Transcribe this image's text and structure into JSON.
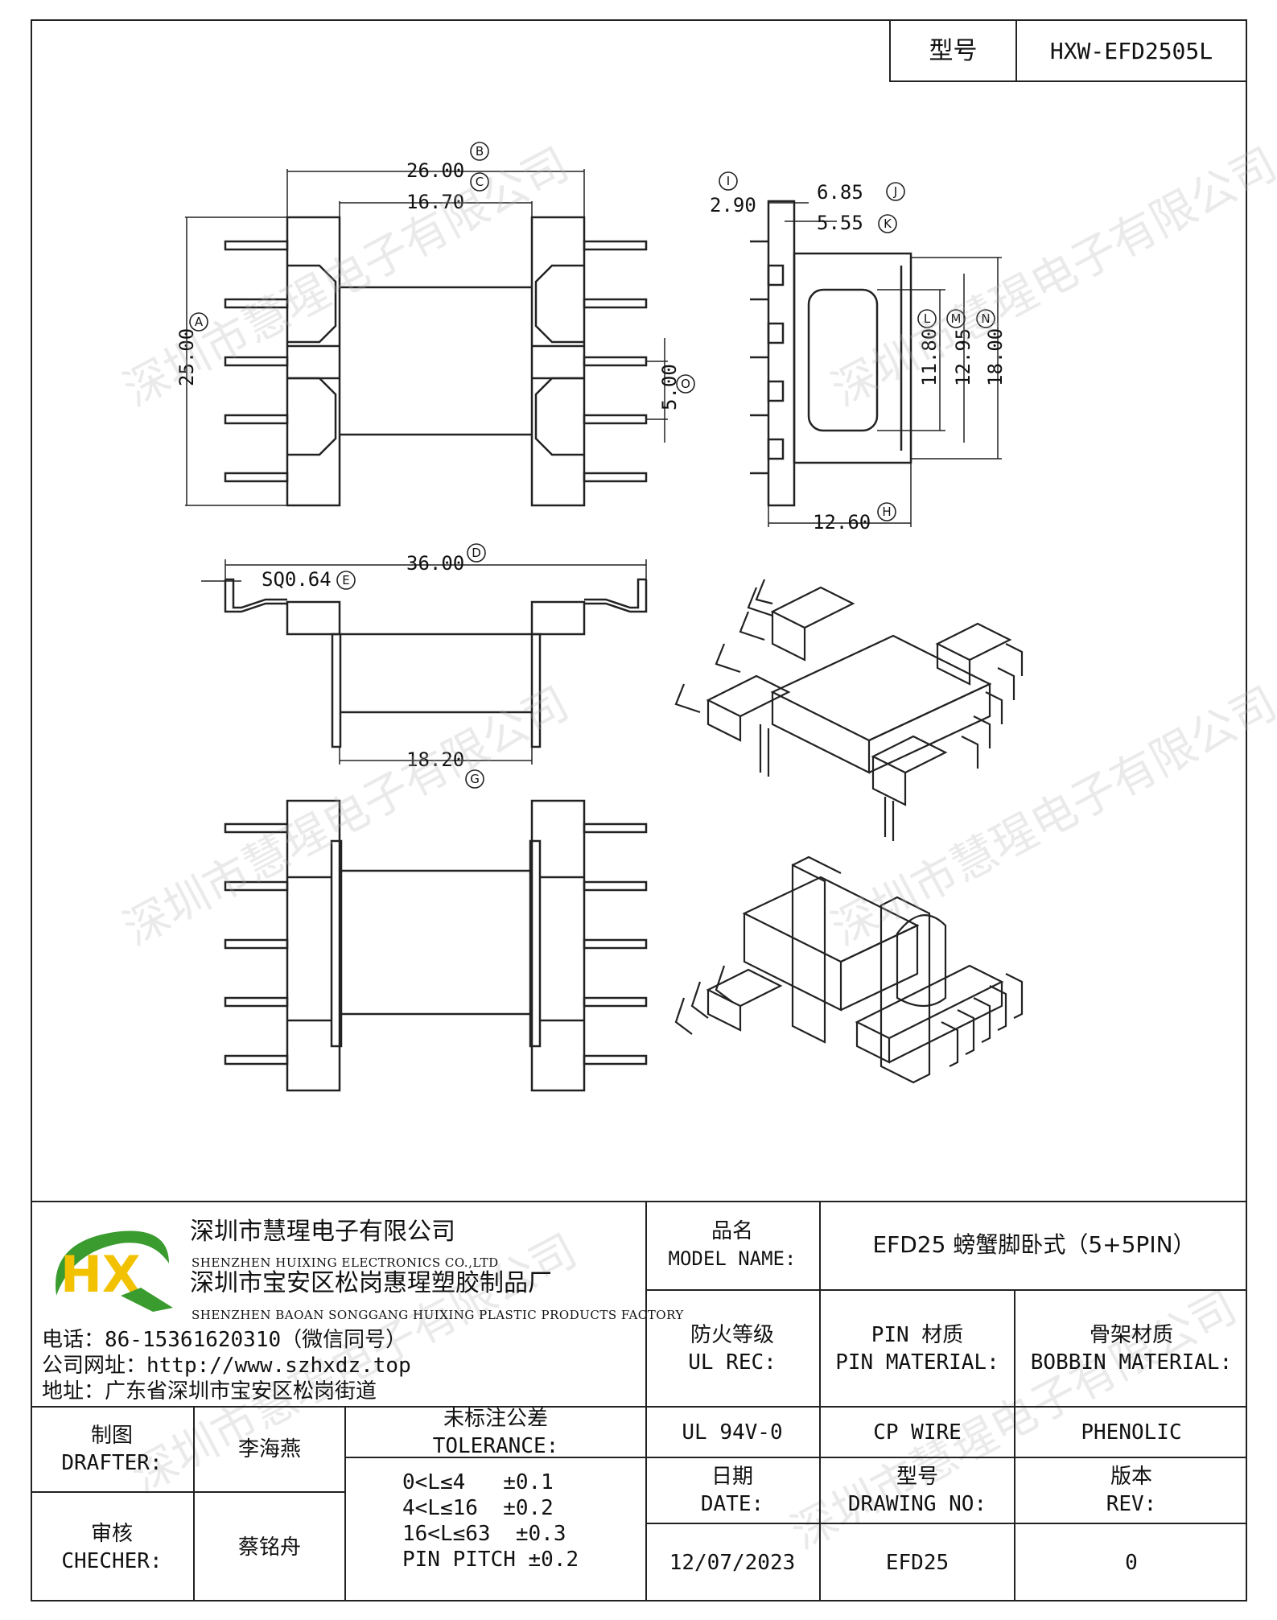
{
  "header": {
    "model_label": "型号",
    "model_value": "HXW-EFD2505L"
  },
  "dims": {
    "top_view": {
      "w26": "26.00",
      "w16": "16.70",
      "h25": "25.00",
      "pitch": "5.00",
      "mark_B": "B",
      "mark_C": "C",
      "mark_A": "A",
      "mark_O": "O"
    },
    "side_view": {
      "d290": "2.90",
      "d685": "6.85",
      "d555": "5.55",
      "d1180": "11.80",
      "d1295": "12.95",
      "d1800": "18.00",
      "d1260": "12.60",
      "mark_I": "I",
      "mark_J": "J",
      "mark_K": "K",
      "mark_L": "L",
      "mark_M": "M",
      "mark_N": "N",
      "mark_H": "H"
    },
    "front_view": {
      "d3600": "36.00",
      "sq": "SQ0.64",
      "d1820": "18.20",
      "mark_D": "D",
      "mark_E": "E",
      "mark_G": "G"
    }
  },
  "watermark": "深圳市慧瑆电子有限公司",
  "company": {
    "logo_text": "HX",
    "name_cn": "深圳市慧瑆电子有限公司",
    "name_en": "SHENZHEN HUIXING ELECTRONICS CO.,LTD",
    "factory_cn": "深圳市宝安区松岗惠瑆塑胶制品厂",
    "factory_en": "SHENZHEN BAOAN SONGGANG HUIXING PLASTIC PRODUCTS FACTORY",
    "phone": "电话：86-15361620310（微信同号）",
    "website": "公司网址：http://www.szhxdz.top",
    "address": "地址：广东省深圳市宝安区松岗街道"
  },
  "title_block": {
    "model_name_cn": "品名",
    "model_name_en": "MODEL NAME:",
    "model_name_value": "EFD25 螃蟹脚卧式（5+5PIN）",
    "ul_cn": "防火等级",
    "ul_en": "UL REC:",
    "pin_cn": "PIN 材质",
    "pin_en": "PIN MATERIAL:",
    "bobbin_cn": "骨架材质",
    "bobbin_en": "BOBBIN MATERIAL:",
    "ul_value": "UL 94V-0",
    "pin_value": "CP WIRE",
    "bobbin_value": "PHENOLIC",
    "drafter_cn": "制图",
    "drafter_en": "DRAFTER:",
    "drafter_value": "李海燕",
    "checker_cn": "审核",
    "checker_en": "CHECHER:",
    "checker_value": "蔡铭舟",
    "tol_cn": "未标注公差",
    "tol_en": "TOLERANCE:",
    "tol_lines": [
      "0<L≤4   ±0.1",
      "4<L≤16  ±0.2",
      "16<L≤63  ±0.3",
      "PIN PITCH ±0.2"
    ],
    "date_cn": "日期",
    "date_en": "DATE:",
    "date_value": "12/07/2023",
    "drawing_cn": "型号",
    "drawing_en": "DRAWING NO:",
    "drawing_value": "EFD25",
    "rev_cn": "版本",
    "rev_en": "REV:",
    "rev_value": "0"
  },
  "colors": {
    "logo_green": "#3a9b2f",
    "logo_yellow": "#f2c200",
    "line": "#222222"
  }
}
